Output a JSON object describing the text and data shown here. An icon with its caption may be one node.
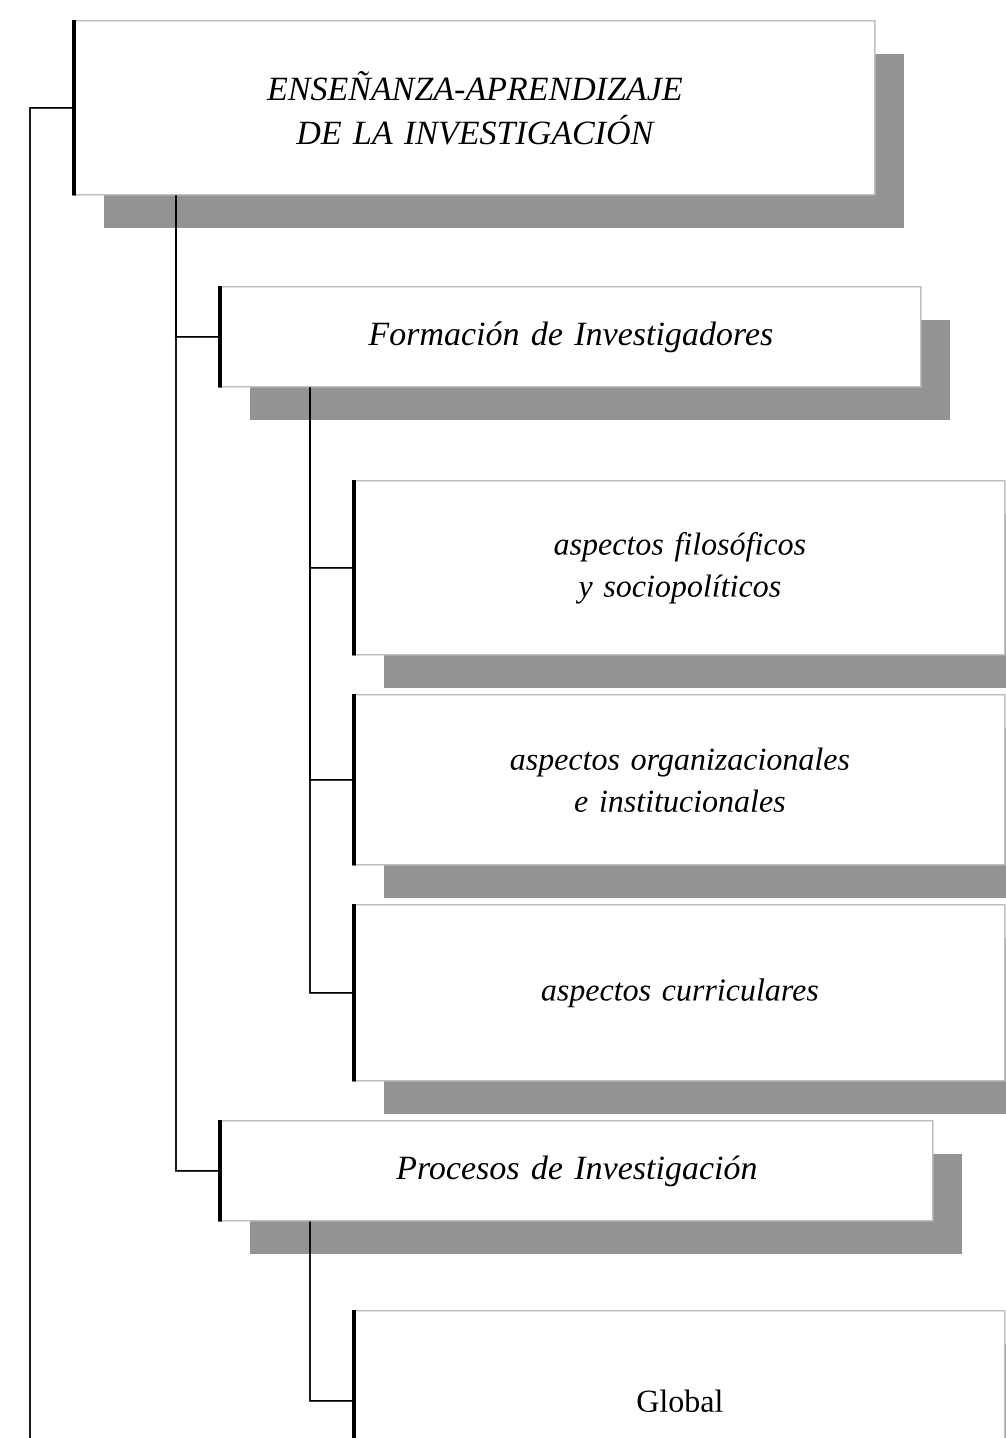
{
  "diagram": {
    "nodes": [
      {
        "text": [
          "ENSEÑANZA-APRENDIZAJE DE LA INVESTIGACIÓN"
        ]
      },
      {
        "text": [
          "Formación de Investigadores"
        ]
      },
      {
        "text": [
          "aspectos filosóficos y sociopolíticos"
        ]
      },
      {
        "text": [
          "aspectos organizacionales e institucionales"
        ]
      },
      {
        "text": [
          "aspectos curriculares"
        ]
      },
      {
        "text": [
          "Procesos de Investigación"
        ]
      },
      {
        "text": [
          "Global"
        ]
      }
    ],
    "edges": [
      {
        "from": 0,
        "to": 1,
        "arrow": "none"
      },
      {
        "from": 0,
        "to": 5,
        "arrow": "none"
      },
      {
        "from": 1,
        "to": 2,
        "arrow": "none"
      },
      {
        "from": 1,
        "to": 3,
        "arrow": "none"
      },
      {
        "from": 1,
        "to": 4,
        "arrow": "none"
      },
      {
        "from": 5,
        "to": 6,
        "arrow": "none"
      },
      {
        "from": 0,
        "to": null,
        "arrow": "none"
      }
    ]
  }
}
